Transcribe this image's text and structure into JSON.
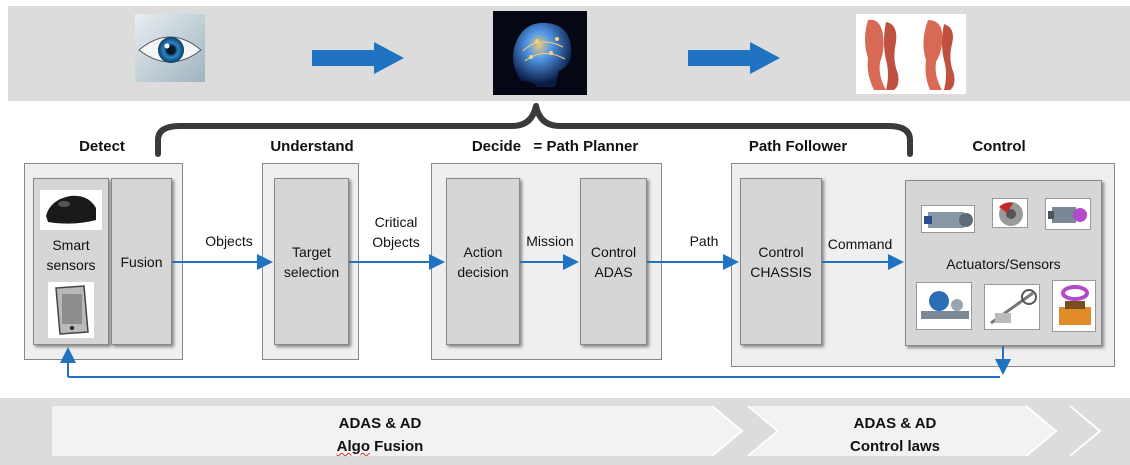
{
  "stages": {
    "detect": "Detect",
    "understand": "Understand",
    "decide": "Decide   = Path Planner",
    "path_follower": "Path Follower",
    "control": "Control"
  },
  "boxes": {
    "smart_sensors": "Smart sensors",
    "fusion": "Fusion",
    "target_selection": "Target selection",
    "action_decision": "Action decision",
    "control_adas": "Control ADAS",
    "control_chassis": "Control CHASSIS",
    "actuators_sensors": "Actuators/Sensors"
  },
  "arrows": {
    "objects": "Objects",
    "critical_objects": "Critical Objects",
    "mission": "Mission",
    "path": "Path",
    "command": "Command"
  },
  "bottom": {
    "left_line1": "ADAS & AD",
    "left_line2_word1": "Algo",
    "left_line2_word2": "Fusion",
    "right_line1": "ADAS & AD",
    "right_line2": "Control laws"
  },
  "colors": {
    "arrow_blue": "#1f73c1",
    "band_gray": "#dcdcdc",
    "box_gray": "#d6d6d6",
    "panel_gray": "#efefef"
  },
  "icons": {
    "eye": "eye-image",
    "brain": "brain-image",
    "legs": "muscle-legs-image"
  }
}
